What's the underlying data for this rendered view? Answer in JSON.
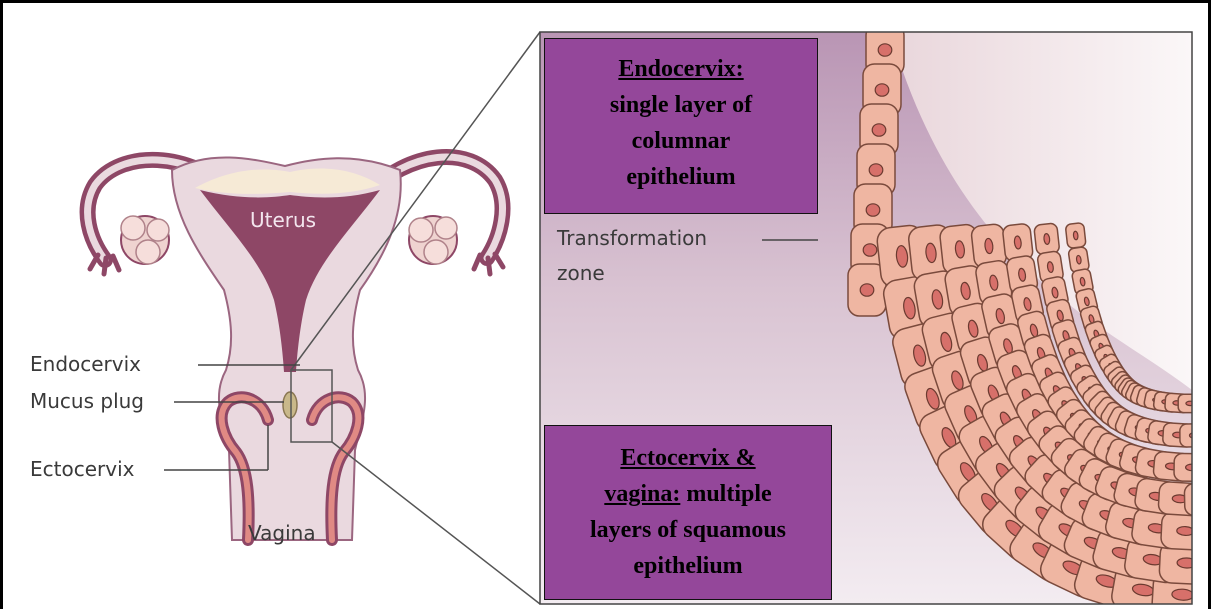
{
  "labels": {
    "uterus": "Uterus",
    "endocervix": "Endocervix",
    "mucus_plug": "Mucus plug",
    "ectocervix": "Ectocervix",
    "vagina": "Vagina",
    "transformation_line1": "Transformation",
    "transformation_line2": "zone"
  },
  "boxes": {
    "endocervix": {
      "title": "Endocervix:",
      "line1": "single layer of",
      "line2": "columnar",
      "line3": "epithelium"
    },
    "ectocervix": {
      "title_line1": "Ectocervix &",
      "title_line2_underlined": "vagina:",
      "title_line2_rest": " multiple",
      "line3": "layers of squamous",
      "line4": "epithelium"
    }
  },
  "colors": {
    "box_fill": "#94479a",
    "uterus_dark": "#8e4766",
    "tissue_light": "#ead9df",
    "cell_fill": "#efb6a2",
    "cell_stroke": "#7a4a3c",
    "nucleus": "#d7706a"
  }
}
